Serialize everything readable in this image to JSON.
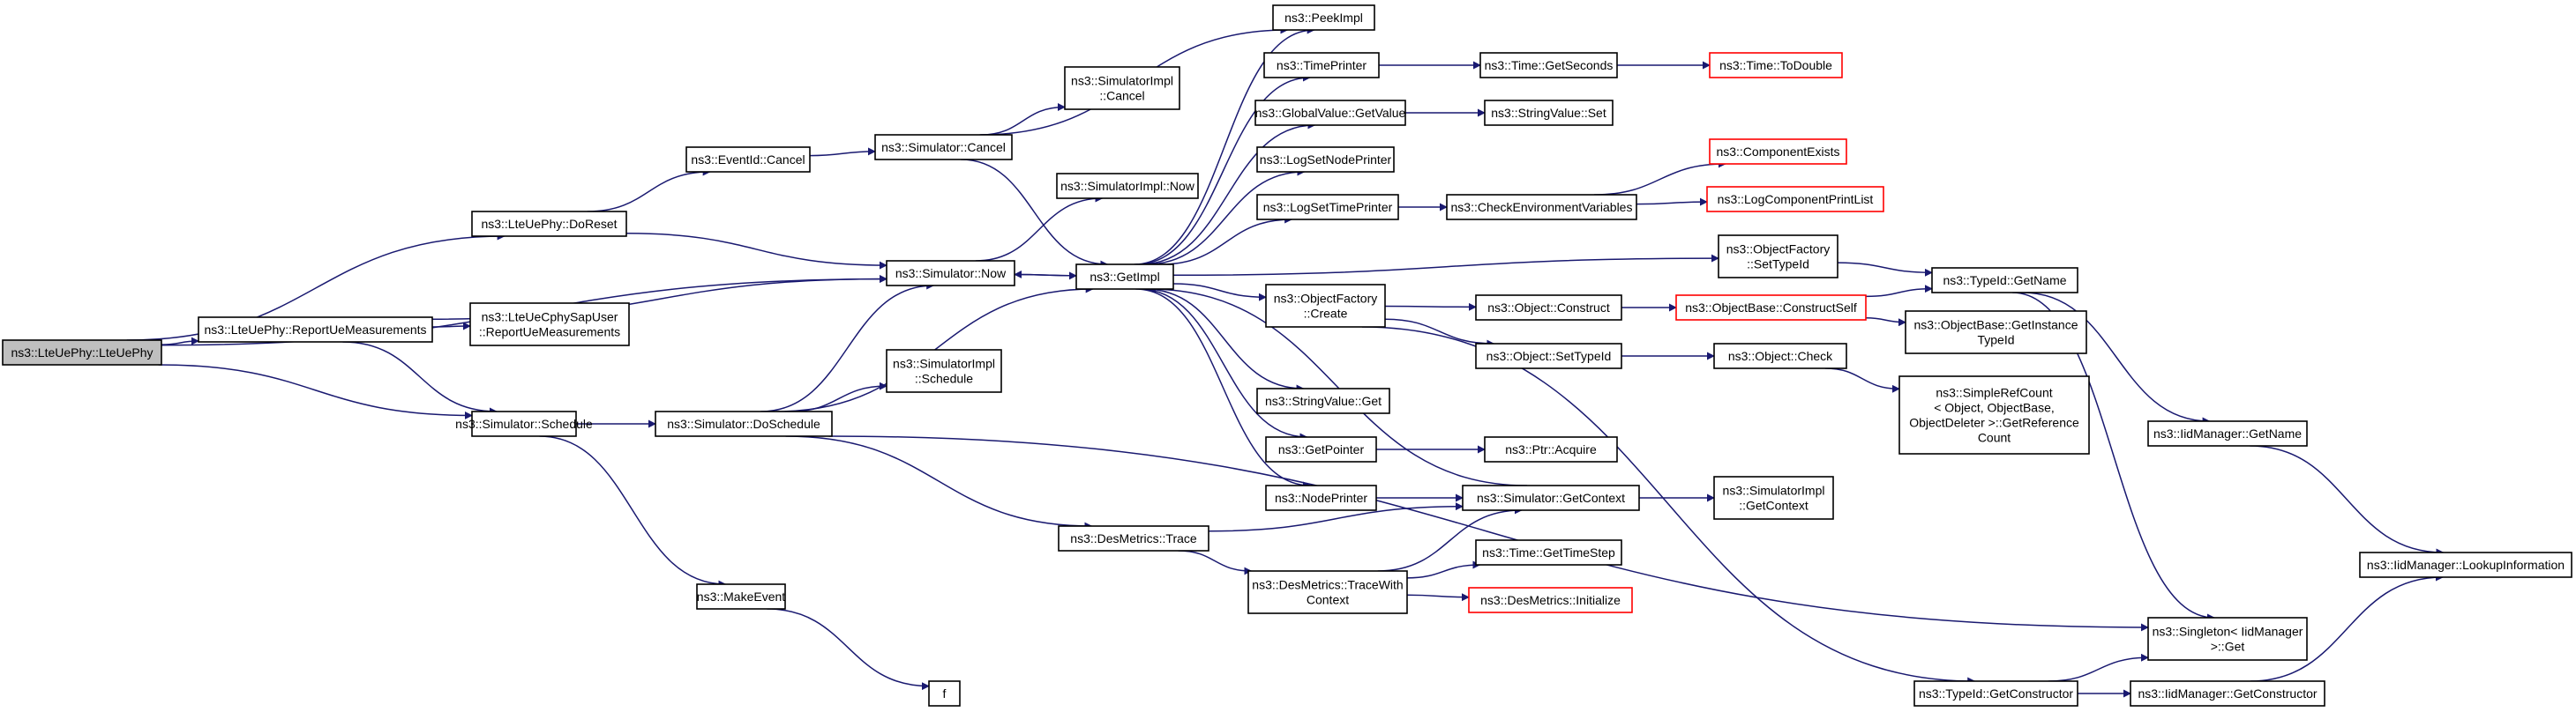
{
  "graph": {
    "nodes": [
      {
        "id": "root",
        "lines": [
          "ns3::LteUePhy::LteUePhy"
        ],
        "kind": "root"
      },
      {
        "id": "doreset",
        "lines": [
          "ns3::LteUePhy::DoReset"
        ]
      },
      {
        "id": "report",
        "lines": [
          "ns3::LteUePhy::ReportUeMeasurements"
        ]
      },
      {
        "id": "schedule",
        "lines": [
          "ns3::Simulator::Schedule"
        ]
      },
      {
        "id": "evcancel",
        "lines": [
          "ns3::EventId::Cancel"
        ]
      },
      {
        "id": "now",
        "lines": [
          "ns3::Simulator::Now"
        ]
      },
      {
        "id": "cphysap",
        "lines": [
          "ns3::LteUeCphySapUser",
          "::ReportUeMeasurements"
        ]
      },
      {
        "id": "doschedule",
        "lines": [
          "ns3::Simulator::DoSchedule"
        ]
      },
      {
        "id": "makeevent",
        "lines": [
          "ns3::MakeEvent"
        ]
      },
      {
        "id": "simcancel",
        "lines": [
          "ns3::Simulator::Cancel"
        ]
      },
      {
        "id": "simimplcancel",
        "lines": [
          "ns3::SimulatorImpl",
          "::Cancel"
        ]
      },
      {
        "id": "simimplnow",
        "lines": [
          "ns3::SimulatorImpl::Now"
        ]
      },
      {
        "id": "simimplsched",
        "lines": [
          "ns3::SimulatorImpl",
          "::Schedule"
        ]
      },
      {
        "id": "desmetrace",
        "lines": [
          "ns3::DesMetrics::Trace"
        ]
      },
      {
        "id": "f",
        "lines": [
          "f"
        ]
      },
      {
        "id": "getimpl",
        "lines": [
          "ns3::GetImpl"
        ]
      },
      {
        "id": "peekimpl",
        "lines": [
          "ns3::PeekImpl"
        ]
      },
      {
        "id": "timeprinter",
        "lines": [
          "ns3::TimePrinter"
        ]
      },
      {
        "id": "gvgetvalue",
        "lines": [
          "ns3::GlobalValue::GetValue"
        ]
      },
      {
        "id": "lognodeprinter",
        "lines": [
          "ns3::LogSetNodePrinter"
        ]
      },
      {
        "id": "logtimeprinter",
        "lines": [
          "ns3::LogSetTimePrinter"
        ]
      },
      {
        "id": "objfactcreate",
        "lines": [
          "ns3::ObjectFactory",
          "::Create"
        ]
      },
      {
        "id": "svget",
        "lines": [
          "ns3::StringValue::Get"
        ]
      },
      {
        "id": "getpointer",
        "lines": [
          "ns3::GetPointer"
        ]
      },
      {
        "id": "nodeprinter",
        "lines": [
          "ns3::NodePrinter"
        ]
      },
      {
        "id": "tracewithctx",
        "lines": [
          "ns3::DesMetrics::TraceWith",
          "Context"
        ]
      },
      {
        "id": "timegetseconds",
        "lines": [
          "ns3::Time::GetSeconds"
        ]
      },
      {
        "id": "svset",
        "lines": [
          "ns3::StringValue::Set"
        ]
      },
      {
        "id": "checkenv",
        "lines": [
          "ns3::CheckEnvironmentVariables"
        ]
      },
      {
        "id": "objconstruct",
        "lines": [
          "ns3::Object::Construct"
        ]
      },
      {
        "id": "objsettypeid",
        "lines": [
          "ns3::Object::SetTypeId"
        ]
      },
      {
        "id": "ptracquire",
        "lines": [
          "ns3::Ptr::Acquire"
        ]
      },
      {
        "id": "simgetctx",
        "lines": [
          "ns3::Simulator::GetContext"
        ]
      },
      {
        "id": "timegetstep",
        "lines": [
          "ns3::Time::GetTimeStep"
        ]
      },
      {
        "id": "desinit",
        "lines": [
          "ns3::DesMetrics::Initialize"
        ],
        "kind": "ext"
      },
      {
        "id": "timetodouble",
        "lines": [
          "ns3::Time::ToDouble"
        ],
        "kind": "ext"
      },
      {
        "id": "compexists",
        "lines": [
          "ns3::ComponentExists"
        ],
        "kind": "ext"
      },
      {
        "id": "logcompprint",
        "lines": [
          "ns3::LogComponentPrintList"
        ],
        "kind": "ext"
      },
      {
        "id": "objfactsettid",
        "lines": [
          "ns3::ObjectFactory",
          "::SetTypeId"
        ]
      },
      {
        "id": "objbasecs",
        "lines": [
          "ns3::ObjectBase::ConstructSelf"
        ],
        "kind": "ext"
      },
      {
        "id": "objcheck",
        "lines": [
          "ns3::Object::Check"
        ]
      },
      {
        "id": "simimplgetctx",
        "lines": [
          "ns3::SimulatorImpl",
          "::GetContext"
        ]
      },
      {
        "id": "typeidgetctor",
        "lines": [
          "ns3::TypeId::GetConstructor"
        ]
      },
      {
        "id": "typeidgetname",
        "lines": [
          "ns3::TypeId::GetName"
        ]
      },
      {
        "id": "objbaseinst",
        "lines": [
          "ns3::ObjectBase::GetInstance",
          "TypeId"
        ]
      },
      {
        "id": "simplerefcount",
        "lines": [
          "ns3::SimpleRefCount",
          "< Object, ObjectBase,",
          "ObjectDeleter >::GetReference",
          "Count"
        ]
      },
      {
        "id": "iidgetname",
        "lines": [
          "ns3::IidManager::GetName"
        ]
      },
      {
        "id": "singletonget",
        "lines": [
          "ns3::Singleton< IidManager",
          " >::Get"
        ]
      },
      {
        "id": "iidgetctor",
        "lines": [
          "ns3::IidManager::GetConstructor"
        ]
      },
      {
        "id": "iidlookup",
        "lines": [
          "ns3::IidManager::LookupInformation"
        ]
      }
    ],
    "edges": [
      [
        "root",
        "doreset"
      ],
      [
        "root",
        "report"
      ],
      [
        "root",
        "now"
      ],
      [
        "root",
        "schedule"
      ],
      [
        "doreset",
        "evcancel"
      ],
      [
        "doreset",
        "now"
      ],
      [
        "evcancel",
        "simcancel"
      ],
      [
        "report",
        "now"
      ],
      [
        "report",
        "cphysap"
      ],
      [
        "report",
        "schedule"
      ],
      [
        "schedule",
        "doschedule"
      ],
      [
        "schedule",
        "makeevent"
      ],
      [
        "makeevent",
        "f"
      ],
      [
        "simcancel",
        "simimplcancel"
      ],
      [
        "simcancel",
        "peekimpl"
      ],
      [
        "simcancel",
        "getimpl"
      ],
      [
        "now",
        "simimplnow"
      ],
      [
        "now",
        "getimpl"
      ],
      [
        "doschedule",
        "now"
      ],
      [
        "doschedule",
        "simimplsched"
      ],
      [
        "doschedule",
        "getimpl"
      ],
      [
        "doschedule",
        "desmetrace"
      ],
      [
        "doschedule",
        "singletonget"
      ],
      [
        "desmetrace",
        "simgetctx"
      ],
      [
        "desmetrace",
        "tracewithctx"
      ],
      [
        "tracewithctx",
        "simgetctx"
      ],
      [
        "tracewithctx",
        "timegetstep"
      ],
      [
        "tracewithctx",
        "desinit"
      ],
      [
        "getimpl",
        "peekimpl"
      ],
      [
        "getimpl",
        "timeprinter"
      ],
      [
        "getimpl",
        "gvgetvalue"
      ],
      [
        "getimpl",
        "lognodeprinter"
      ],
      [
        "getimpl",
        "logtimeprinter"
      ],
      [
        "getimpl",
        "objfactsettid"
      ],
      [
        "getimpl",
        "objfactcreate"
      ],
      [
        "getimpl",
        "svget"
      ],
      [
        "getimpl",
        "getpointer"
      ],
      [
        "getimpl",
        "nodeprinter"
      ],
      [
        "getimpl",
        "now"
      ],
      [
        "timeprinter",
        "timegetseconds"
      ],
      [
        "timegetseconds",
        "timetodouble"
      ],
      [
        "gvgetvalue",
        "svset"
      ],
      [
        "logtimeprinter",
        "checkenv"
      ],
      [
        "checkenv",
        "compexists"
      ],
      [
        "checkenv",
        "logcompprint"
      ],
      [
        "objfactsettid",
        "typeidgetname"
      ],
      [
        "objfactcreate",
        "objconstruct"
      ],
      [
        "objfactcreate",
        "objsettypeid"
      ],
      [
        "objfactcreate",
        "typeidgetctor"
      ],
      [
        "objconstruct",
        "objbasecs"
      ],
      [
        "objbasecs",
        "typeidgetname"
      ],
      [
        "objbasecs",
        "objbaseinst"
      ],
      [
        "objsettypeid",
        "objcheck"
      ],
      [
        "objcheck",
        "simplerefcount"
      ],
      [
        "getpointer",
        "ptracquire"
      ],
      [
        "nodeprinter",
        "simgetctx"
      ],
      [
        "simgetctx",
        "getimpl"
      ],
      [
        "simgetctx",
        "simimplgetctx"
      ],
      [
        "typeidgetname",
        "iidgetname"
      ],
      [
        "typeidgetname",
        "singletonget"
      ],
      [
        "iidgetname",
        "iidlookup"
      ],
      [
        "typeidgetctor",
        "singletonget"
      ],
      [
        "typeidgetctor",
        "iidgetctor"
      ],
      [
        "iidgetctor",
        "iidlookup"
      ]
    ]
  }
}
